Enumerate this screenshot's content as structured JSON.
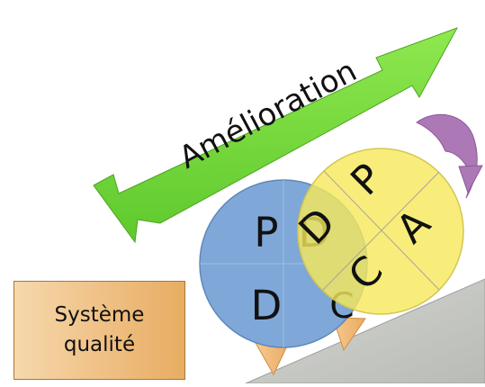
{
  "improvement": {
    "label": "Amélioration",
    "color": "#77dd3d"
  },
  "quality_system": {
    "line1": "Système",
    "line2": "qualité",
    "color": "#eeb879"
  },
  "pdca_back": {
    "top_left": "P",
    "top_right": "D",
    "bottom_left": "D",
    "bottom_right": "C",
    "color": "#7fa8d8"
  },
  "pdca_front": {
    "top": "P",
    "right": "A",
    "bottom": "C",
    "left": "D",
    "color": "#f6e85a"
  },
  "arrow": {
    "icon": "rotation-arrow-icon",
    "color": "#a977b5"
  },
  "slope": {
    "color": "#c7c9c4"
  }
}
